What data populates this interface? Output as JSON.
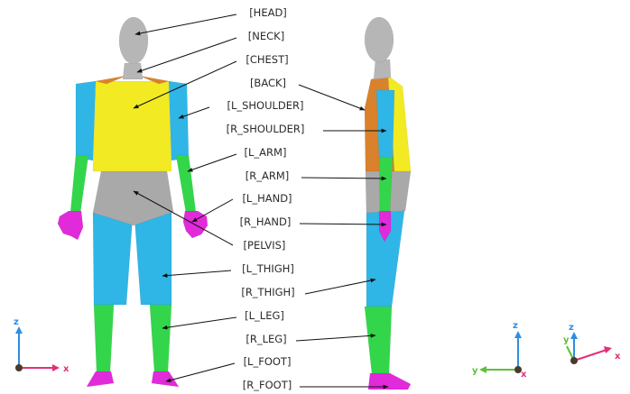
{
  "colors": {
    "head": "#b6b6b6",
    "chest": "#f2ea22",
    "back": "#d9822b",
    "shoulder": "#2fb6e6",
    "arm": "#33d64a",
    "hand": "#e12ad9",
    "pelvis": "#a9a9a9",
    "thigh": "#2fb6e6",
    "leg": "#33d64a",
    "foot": "#e12ad9",
    "axis_x": "#e0307a",
    "axis_y": "#5fbf3a",
    "axis_z": "#2f8ee0"
  },
  "labels": {
    "head": "[HEAD]",
    "neck": "[NECK]",
    "chest": "[CHEST]",
    "back": "[BACK]",
    "l_shoulder": "[L_SHOULDER]",
    "r_shoulder": "[R_SHOULDER]",
    "l_arm": "[L_ARM]",
    "r_arm": "[R_ARM]",
    "l_hand": "[L_HAND]",
    "r_hand": "[R_HAND]",
    "pelvis": "[PELVIS]",
    "l_thigh": "[L_THIGH]",
    "r_thigh": "[R_THIGH]",
    "l_leg": "[L_LEG]",
    "r_leg": "[R_LEG]",
    "l_foot": "[L_FOOT]",
    "r_foot": "[R_FOOT]"
  },
  "axes": {
    "front": {
      "vertical": "z",
      "horizontal": "x"
    },
    "side": {
      "vertical": "z",
      "horizontal": "y",
      "third": "x"
    },
    "iso": {
      "vertical": "z",
      "left": "y",
      "right": "x"
    }
  }
}
